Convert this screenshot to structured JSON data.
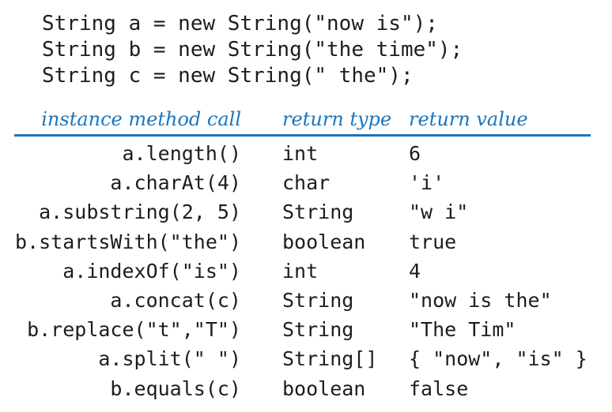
{
  "code": {
    "lines": [
      "String a = new String(\"now is\");",
      "String b = new String(\"the time\");",
      "String c = new String(\" the\");"
    ]
  },
  "table": {
    "headers": {
      "call": "instance method call",
      "type": "return type",
      "value": "return value"
    },
    "rows": [
      {
        "call": "a.length()",
        "type": "int",
        "value": "6"
      },
      {
        "call": "a.charAt(4)",
        "type": "char",
        "value": "'i'"
      },
      {
        "call": "a.substring(2, 5)",
        "type": "String",
        "value": "\"w i\""
      },
      {
        "call": "b.startsWith(\"the\")",
        "type": "boolean",
        "value": "true"
      },
      {
        "call": "a.indexOf(\"is\")",
        "type": "int",
        "value": "4"
      },
      {
        "call": "a.concat(c)",
        "type": "String",
        "value": "\"now is the\""
      },
      {
        "call": "b.replace(\"t\",\"T\")",
        "type": "String",
        "value": "\"The Tim\""
      },
      {
        "call": "a.split(\" \")",
        "type": "String[]",
        "value": "{ \"now\", \"is\" }"
      },
      {
        "call": "b.equals(c)",
        "type": "boolean",
        "value": "false"
      }
    ]
  },
  "colors": {
    "header_blue": "#1b75bc",
    "text": "#1d1d1d",
    "background": "#ffffff"
  }
}
